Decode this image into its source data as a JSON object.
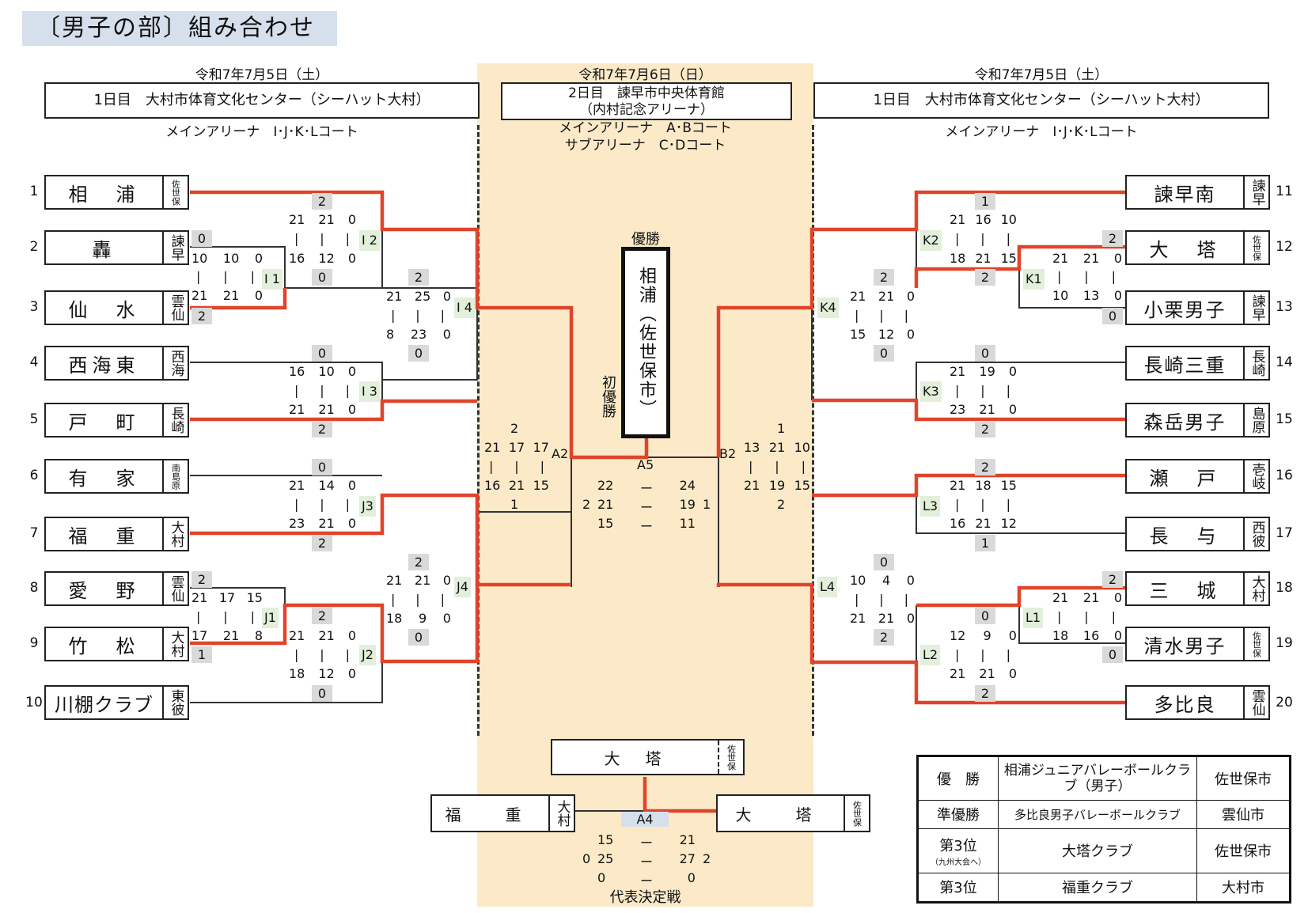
{
  "title": "〔男子の部〕組み合わせ",
  "left_header": {
    "date": "令和7年7月5日（土）",
    "venue": "1日目　大村市体育文化センター（シーハット大村）",
    "court": "メインアリーナ　I･J･K･Lコート"
  },
  "right_header": {
    "date": "令和7年7月5日（土）",
    "venue": "1日目　大村市体育文化センター（シーハット大村）",
    "court": "メインアリーナ　I･J･K･Lコート"
  },
  "center_header": {
    "date": "令和7年7月6日（日）",
    "venue1": "2日目　諫早市中央体育館",
    "venue2": "（内村記念アリーナ）",
    "court1": "メインアリーナ　A･Bコート",
    "court2": "サブアリーナ　C･Dコート"
  },
  "teams_left": [
    {
      "seed": "1",
      "name": "相　浦",
      "region": "佐世保"
    },
    {
      "seed": "2",
      "name": "轟",
      "region": "諫早"
    },
    {
      "seed": "3",
      "name": "仙　水",
      "region": "雲仙"
    },
    {
      "seed": "4",
      "name": "西海東",
      "region": "西海"
    },
    {
      "seed": "5",
      "name": "戸　町",
      "region": "長崎"
    },
    {
      "seed": "6",
      "name": "有　家",
      "region": "南島原"
    },
    {
      "seed": "7",
      "name": "福　重",
      "region": "大村"
    },
    {
      "seed": "8",
      "name": "愛　野",
      "region": "雲仙"
    },
    {
      "seed": "9",
      "name": "竹　松",
      "region": "大村"
    },
    {
      "seed": "10",
      "name": "川棚クラブ",
      "region": "東彼"
    }
  ],
  "teams_right": [
    {
      "seed": "11",
      "name": "諫早南",
      "region": "諫早"
    },
    {
      "seed": "12",
      "name": "大　塔",
      "region": "佐世保"
    },
    {
      "seed": "13",
      "name": "小栗男子",
      "region": "諫早"
    },
    {
      "seed": "14",
      "name": "長崎三重",
      "region": "長崎"
    },
    {
      "seed": "15",
      "name": "森岳男子",
      "region": "島原"
    },
    {
      "seed": "16",
      "name": "瀬　戸",
      "region": "壱岐"
    },
    {
      "seed": "17",
      "name": "長　与",
      "region": "西彼"
    },
    {
      "seed": "18",
      "name": "三　城",
      "region": "大村"
    },
    {
      "seed": "19",
      "name": "清水男子",
      "region": "佐世保"
    },
    {
      "seed": "20",
      "name": "多比良",
      "region": "雲仙"
    }
  ],
  "match_labels": {
    "I1": "I 1",
    "I2": "I 2",
    "I3": "I 3",
    "I4": "I 4",
    "J1": "J1",
    "J2": "J2",
    "J3": "J3",
    "J4": "J4",
    "K1": "K1",
    "K2": "K2",
    "K3": "K3",
    "K4": "K4",
    "L1": "L1",
    "L2": "L2",
    "L3": "L3",
    "L4": "L4",
    "A2": "A2",
    "B2": "B2",
    "A5": "A5",
    "A4": "A4"
  },
  "champion": {
    "label": "優勝",
    "name": "相浦（佐世保市）",
    "note": "初優勝"
  },
  "third_place": {
    "winner": "大　塔",
    "winner_region": "佐世保",
    "left": "福　重",
    "left_region": "大村",
    "right": "大　塔",
    "right_region": "佐世保",
    "label": "代表決定戦"
  },
  "results": [
    {
      "rank": "優　勝",
      "team": "相浦ジュニアバレーボールクラブ（男子）",
      "city": "佐世保市"
    },
    {
      "rank": "準優勝",
      "team": "多比良男子バレーボールクラブ",
      "city": "雲仙市"
    },
    {
      "rank": "第3位",
      "sub": "（九州大会へ）",
      "team": "大塔クラブ",
      "city": "佐世保市"
    },
    {
      "rank": "第3位",
      "team": "福重クラブ",
      "city": "大村市"
    }
  ],
  "scores": {
    "I1": {
      "top": [
        "10",
        "10",
        "0"
      ],
      "bot": [
        "21",
        "21",
        "0"
      ],
      "set_top": "0",
      "set_bot": "2"
    },
    "I2": {
      "top": [
        "21",
        "21",
        "0"
      ],
      "bot": [
        "16",
        "12",
        "0"
      ],
      "set_top": "2",
      "set_bot": "0"
    },
    "I3": {
      "top": [
        "16",
        "10",
        "0"
      ],
      "bot": [
        "21",
        "21",
        "0"
      ],
      "set_top": "0",
      "set_bot": "2"
    },
    "I4": {
      "top": [
        "21",
        "25",
        "0"
      ],
      "bot": [
        "8",
        "23",
        "0"
      ],
      "set_top": "2",
      "set_bot": "0"
    },
    "J1": {
      "top": [
        "21",
        "17",
        "15"
      ],
      "bot": [
        "17",
        "21",
        "8"
      ],
      "set_top": "2",
      "set_bot": "1"
    },
    "J2": {
      "top": [
        "21",
        "21",
        "0"
      ],
      "bot": [
        "18",
        "12",
        "0"
      ],
      "set_top": "2",
      "set_bot": "0"
    },
    "J3": {
      "top": [
        "21",
        "14",
        "0"
      ],
      "bot": [
        "23",
        "21",
        "0"
      ],
      "set_top": "0",
      "set_bot": "2"
    },
    "J4": {
      "top": [
        "21",
        "21",
        "0"
      ],
      "bot": [
        "18",
        "9",
        "0"
      ],
      "set_top": "2",
      "set_bot": "0"
    },
    "K1": {
      "top": [
        "21",
        "21",
        "0"
      ],
      "bot": [
        "10",
        "13",
        "0"
      ],
      "set_top": "2",
      "set_bot": "0"
    },
    "K2": {
      "top": [
        "21",
        "16",
        "10"
      ],
      "bot": [
        "18",
        "21",
        "15"
      ],
      "set_top": "1",
      "set_bot": "2"
    },
    "K3": {
      "top": [
        "21",
        "19",
        "0"
      ],
      "bot": [
        "23",
        "21",
        "0"
      ],
      "set_top": "0",
      "set_bot": "2"
    },
    "K4": {
      "top": [
        "21",
        "21",
        "0"
      ],
      "bot": [
        "15",
        "12",
        "0"
      ],
      "set_top": "2",
      "set_bot": "0"
    },
    "L1": {
      "top": [
        "21",
        "21",
        "0"
      ],
      "bot": [
        "18",
        "16",
        "0"
      ],
      "set_top": "2",
      "set_bot": "0"
    },
    "L2": {
      "top": [
        "12",
        "9",
        "0"
      ],
      "bot": [
        "21",
        "21",
        "0"
      ],
      "set_top": "0",
      "set_bot": "2"
    },
    "L3": {
      "top": [
        "21",
        "18",
        "15"
      ],
      "bot": [
        "16",
        "21",
        "12"
      ],
      "set_top": "2",
      "set_bot": "1"
    },
    "L4": {
      "top": [
        "10",
        "4",
        "0"
      ],
      "bot": [
        "21",
        "21",
        "0"
      ],
      "set_top": "0",
      "set_bot": "2"
    },
    "A2": {
      "top": [
        "21",
        "17",
        "17"
      ],
      "bot": [
        "16",
        "21",
        "15"
      ],
      "set_top": "2",
      "set_bot": "1"
    },
    "B2": {
      "top": [
        "13",
        "21",
        "10"
      ],
      "bot": [
        "21",
        "19",
        "15"
      ],
      "set_top": "1",
      "set_bot": "2"
    },
    "A5": {
      "rows": [
        [
          "22",
          "24"
        ],
        [
          "21",
          "19"
        ],
        [
          "15",
          "11"
        ]
      ],
      "set_left": "2",
      "set_right": "1",
      "dash": "ー"
    },
    "A4": {
      "rows": [
        [
          "15",
          "21"
        ],
        [
          "25",
          "27"
        ],
        [
          "0",
          "0"
        ]
      ],
      "set_left": "0",
      "set_right": "2",
      "dash": "ー"
    }
  },
  "colors": {
    "winner_line": "#e0442a",
    "center_bg": "#fbe9c8",
    "header_bg": "#d6e0ec",
    "match_bg": "#e2efda",
    "set_bg": "#d9d9d9"
  }
}
